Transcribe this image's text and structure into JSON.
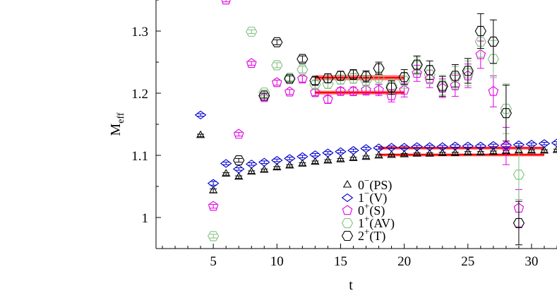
{
  "chart_data": {
    "type": "scatter",
    "xlabel": "t",
    "ylabel": "M",
    "ylabel_sub": "eff",
    "xlim": [
      0.5,
      32
    ],
    "ylim": [
      0.95,
      1.35
    ],
    "x_ticks": [
      5,
      10,
      15,
      20,
      25,
      30
    ],
    "y_ticks": [
      1,
      1.1,
      1.2,
      1.3
    ],
    "x_tick_labels": [
      "5",
      "10",
      "15",
      "20",
      "25",
      "30"
    ],
    "y_tick_labels": [
      "1",
      "1.1",
      "1.2",
      "1.3"
    ],
    "grid": false,
    "legend_position": "bottom-center",
    "series": [
      {
        "label_main": "0",
        "label_sup": "−",
        "label_tag": "(PS)",
        "marker": "triangle",
        "color": "#000000",
        "points": [
          [
            4,
            1.132,
            0.002
          ],
          [
            5,
            1.043,
            0.003
          ],
          [
            6,
            1.07,
            0.002
          ],
          [
            7,
            1.065,
            0.002
          ],
          [
            8,
            1.073,
            0.002
          ],
          [
            9,
            1.076,
            0.002
          ],
          [
            10,
            1.08,
            0.002
          ],
          [
            11,
            1.083,
            0.002
          ],
          [
            12,
            1.086,
            0.002
          ],
          [
            13,
            1.089,
            0.002
          ],
          [
            14,
            1.091,
            0.002
          ],
          [
            15,
            1.093,
            0.002
          ],
          [
            16,
            1.095,
            0.002
          ],
          [
            17,
            1.097,
            0.002
          ],
          [
            18,
            1.099,
            0.002
          ],
          [
            19,
            1.1,
            0.002
          ],
          [
            20,
            1.101,
            0.002
          ],
          [
            21,
            1.102,
            0.002
          ],
          [
            22,
            1.102,
            0.002
          ],
          [
            23,
            1.103,
            0.002
          ],
          [
            24,
            1.103,
            0.002
          ],
          [
            25,
            1.104,
            0.002
          ],
          [
            26,
            1.104,
            0.002
          ],
          [
            27,
            1.105,
            0.002
          ],
          [
            28,
            1.106,
            0.002
          ],
          [
            29,
            1.107,
            0.002
          ],
          [
            30,
            1.107,
            0.002
          ],
          [
            31,
            1.107,
            0.002
          ],
          [
            32,
            1.108,
            0.002
          ]
        ]
      },
      {
        "label_main": "1",
        "label_sup": "−",
        "label_tag": "(V)",
        "marker": "diamond",
        "color": "#0000cc",
        "points": [
          [
            4,
            1.165,
            0.002
          ],
          [
            5,
            1.055,
            0.003
          ],
          [
            6,
            1.087,
            0.002
          ],
          [
            7,
            1.078,
            0.002
          ],
          [
            8,
            1.086,
            0.002
          ],
          [
            9,
            1.089,
            0.002
          ],
          [
            10,
            1.092,
            0.002
          ],
          [
            11,
            1.095,
            0.002
          ],
          [
            12,
            1.098,
            0.002
          ],
          [
            13,
            1.101,
            0.002
          ],
          [
            14,
            1.104,
            0.002
          ],
          [
            15,
            1.106,
            0.002
          ],
          [
            16,
            1.108,
            0.002
          ],
          [
            17,
            1.111,
            0.002
          ],
          [
            18,
            1.112,
            0.002
          ],
          [
            19,
            1.113,
            0.002
          ],
          [
            20,
            1.113,
            0.002
          ],
          [
            21,
            1.114,
            0.002
          ],
          [
            22,
            1.114,
            0.002
          ],
          [
            23,
            1.114,
            0.002
          ],
          [
            24,
            1.115,
            0.002
          ],
          [
            25,
            1.115,
            0.002
          ],
          [
            26,
            1.115,
            0.002
          ],
          [
            27,
            1.116,
            0.002
          ],
          [
            28,
            1.116,
            0.002
          ],
          [
            29,
            1.117,
            0.002
          ],
          [
            30,
            1.118,
            0.002
          ],
          [
            31,
            1.119,
            0.002
          ],
          [
            32,
            1.12,
            0.002
          ]
        ]
      },
      {
        "label_main": "0",
        "label_sup": "+",
        "label_tag": "(S)",
        "marker": "pentagon",
        "color": "#e000e0",
        "points": [
          [
            5,
            1.018,
            0.003
          ],
          [
            6,
            1.35,
            0.003
          ],
          [
            7,
            1.134,
            0.003
          ],
          [
            8,
            1.248,
            0.003
          ],
          [
            9,
            1.193,
            0.004
          ],
          [
            10,
            1.217,
            0.004
          ],
          [
            11,
            1.202,
            0.004
          ],
          [
            12,
            1.223,
            0.005
          ],
          [
            13,
            1.201,
            0.005
          ],
          [
            14,
            1.19,
            0.006
          ],
          [
            15,
            1.203,
            0.006
          ],
          [
            16,
            1.203,
            0.007
          ],
          [
            17,
            1.205,
            0.008
          ],
          [
            18,
            1.205,
            0.009
          ],
          [
            19,
            1.196,
            0.01
          ],
          [
            20,
            1.205,
            0.011
          ],
          [
            21,
            1.232,
            0.013
          ],
          [
            22,
            1.223,
            0.014
          ],
          [
            23,
            1.208,
            0.015
          ],
          [
            24,
            1.212,
            0.017
          ],
          [
            25,
            1.228,
            0.019
          ],
          [
            26,
            1.262,
            0.022
          ],
          [
            27,
            1.203,
            0.025
          ],
          [
            28,
            1.115,
            0.03
          ],
          [
            29,
            1.015,
            0.03
          ]
        ]
      },
      {
        "label_main": "1",
        "label_sup": "+",
        "label_tag": "(AV)",
        "marker": "hexagon",
        "color": "#7fbf7f",
        "points": [
          [
            5,
            0.97,
            0.003
          ],
          [
            8,
            1.299,
            0.003
          ],
          [
            9,
            1.201,
            0.004
          ],
          [
            10,
            1.245,
            0.004
          ],
          [
            11,
            1.225,
            0.005
          ],
          [
            12,
            1.238,
            0.005
          ],
          [
            13,
            1.214,
            0.006
          ],
          [
            14,
            1.215,
            0.007
          ],
          [
            15,
            1.222,
            0.007
          ],
          [
            16,
            1.224,
            0.008
          ],
          [
            17,
            1.22,
            0.009
          ],
          [
            18,
            1.225,
            0.01
          ],
          [
            19,
            1.212,
            0.011
          ],
          [
            20,
            1.22,
            0.012
          ],
          [
            21,
            1.244,
            0.014
          ],
          [
            22,
            1.23,
            0.015
          ],
          [
            23,
            1.213,
            0.016
          ],
          [
            24,
            1.225,
            0.018
          ],
          [
            25,
            1.232,
            0.02
          ],
          [
            26,
            1.283,
            0.025
          ],
          [
            27,
            1.255,
            0.03
          ],
          [
            28,
            1.175,
            0.04
          ],
          [
            29,
            1.069,
            0.04
          ]
        ]
      },
      {
        "label_main": "2",
        "label_sup": "+",
        "label_tag": "(T)",
        "marker": "hexagon",
        "color": "#000000",
        "points": [
          [
            7,
            1.092,
            0.003
          ],
          [
            9,
            1.196,
            0.004
          ],
          [
            10,
            1.282,
            0.004
          ],
          [
            11,
            1.223,
            0.005
          ],
          [
            12,
            1.255,
            0.005
          ],
          [
            13,
            1.22,
            0.006
          ],
          [
            14,
            1.224,
            0.007
          ],
          [
            15,
            1.228,
            0.007
          ],
          [
            16,
            1.23,
            0.008
          ],
          [
            17,
            1.227,
            0.009
          ],
          [
            18,
            1.24,
            0.01
          ],
          [
            19,
            1.209,
            0.011
          ],
          [
            20,
            1.226,
            0.012
          ],
          [
            21,
            1.246,
            0.014
          ],
          [
            22,
            1.237,
            0.015
          ],
          [
            23,
            1.211,
            0.016
          ],
          [
            24,
            1.228,
            0.018
          ],
          [
            25,
            1.236,
            0.02
          ],
          [
            26,
            1.3,
            0.028
          ],
          [
            27,
            1.283,
            0.035
          ],
          [
            28,
            1.168,
            0.045
          ],
          [
            29,
            0.991,
            0.035
          ]
        ]
      }
    ],
    "fits": [
      {
        "x_range": [
          13,
          20
        ],
        "value": 1.225,
        "error": 0.004,
        "color": "#ff0000"
      },
      {
        "x_range": [
          13,
          20
        ],
        "value": 1.201,
        "error": 0.003,
        "color": "#ff0000"
      },
      {
        "x_range": [
          18,
          31
        ],
        "value": 1.112,
        "error": 0.002,
        "color": "#ff0000"
      },
      {
        "x_range": [
          18,
          31
        ],
        "value": 1.101,
        "error": 0.002,
        "color": "#ff0000"
      }
    ]
  }
}
